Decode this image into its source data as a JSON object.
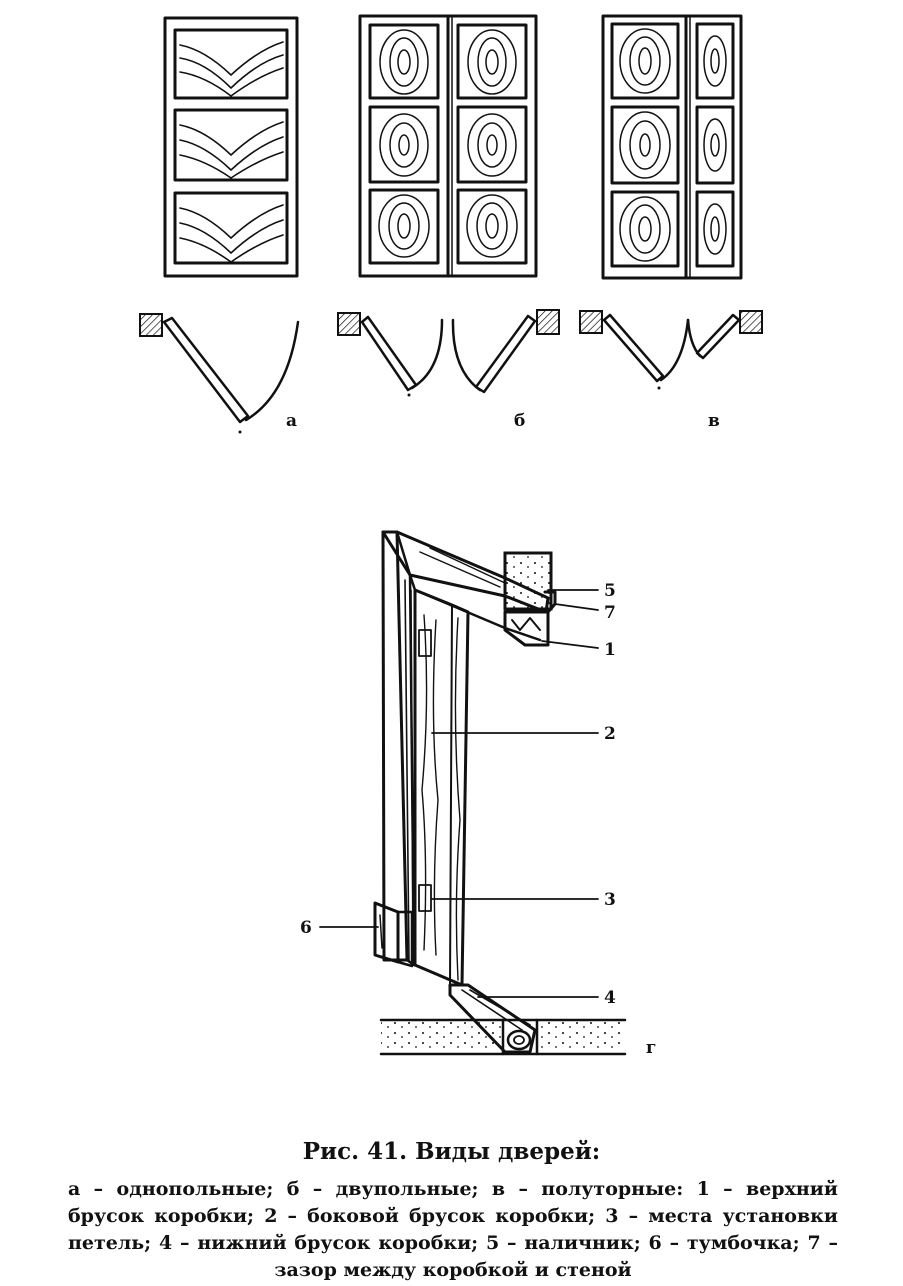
{
  "labels": {
    "a": "а",
    "b": "б",
    "v": "в",
    "g": "г",
    "n1": "1",
    "n2": "2",
    "n3": "3",
    "n4": "4",
    "n5": "5",
    "n6": "6",
    "n7": "7"
  },
  "caption": {
    "title": "Рис. 41. Виды дверей:",
    "legend": "а – однопольные; б – двупольные; в – полуторные: 1 – верхний брусок коробки; 2 – боковой брусок коробки; 3 – места установки петель; 4 – нижний брусок коробки; 5 – наличник; 6 – тумбочка; 7 – зазор между коробкой и стеной"
  },
  "colors": {
    "ink": "#111111",
    "paper": "#ffffff"
  }
}
